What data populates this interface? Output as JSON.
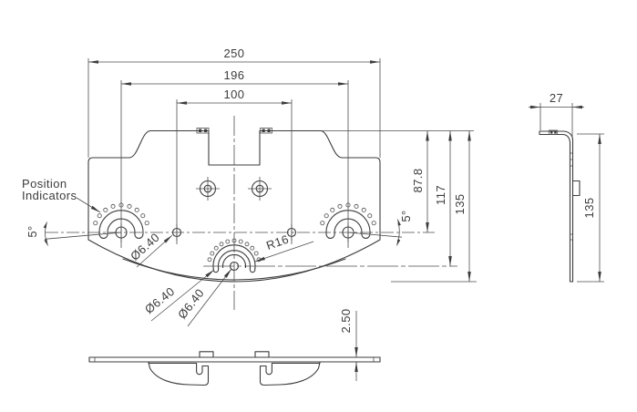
{
  "meta": {
    "type": "engineering-drawing",
    "part": "mounting-plate"
  },
  "colors": {
    "line": "#3c3c3c",
    "dim": "#4d4d4d",
    "background": "#ffffff"
  },
  "front_view": {
    "label_line1": "Position",
    "label_line2": "Indicators",
    "dim_overall_width": "250",
    "dim_indicator_spacing": "196",
    "dim_hole_spacing": "100",
    "dim_height_pivot": "87.8",
    "dim_height_slot": "117",
    "dim_height_overall": "135",
    "callout_left_hole": "Ø6.40",
    "callout_slot_end": "Ø6.40",
    "callout_center_hole": "Ø6.40",
    "callout_radius": "R16",
    "angle_left": "5°",
    "angle_right": "5°"
  },
  "side_view": {
    "dim_depth": "27",
    "dim_height": "135"
  },
  "bottom_view": {
    "dim_thickness": "2.50"
  }
}
